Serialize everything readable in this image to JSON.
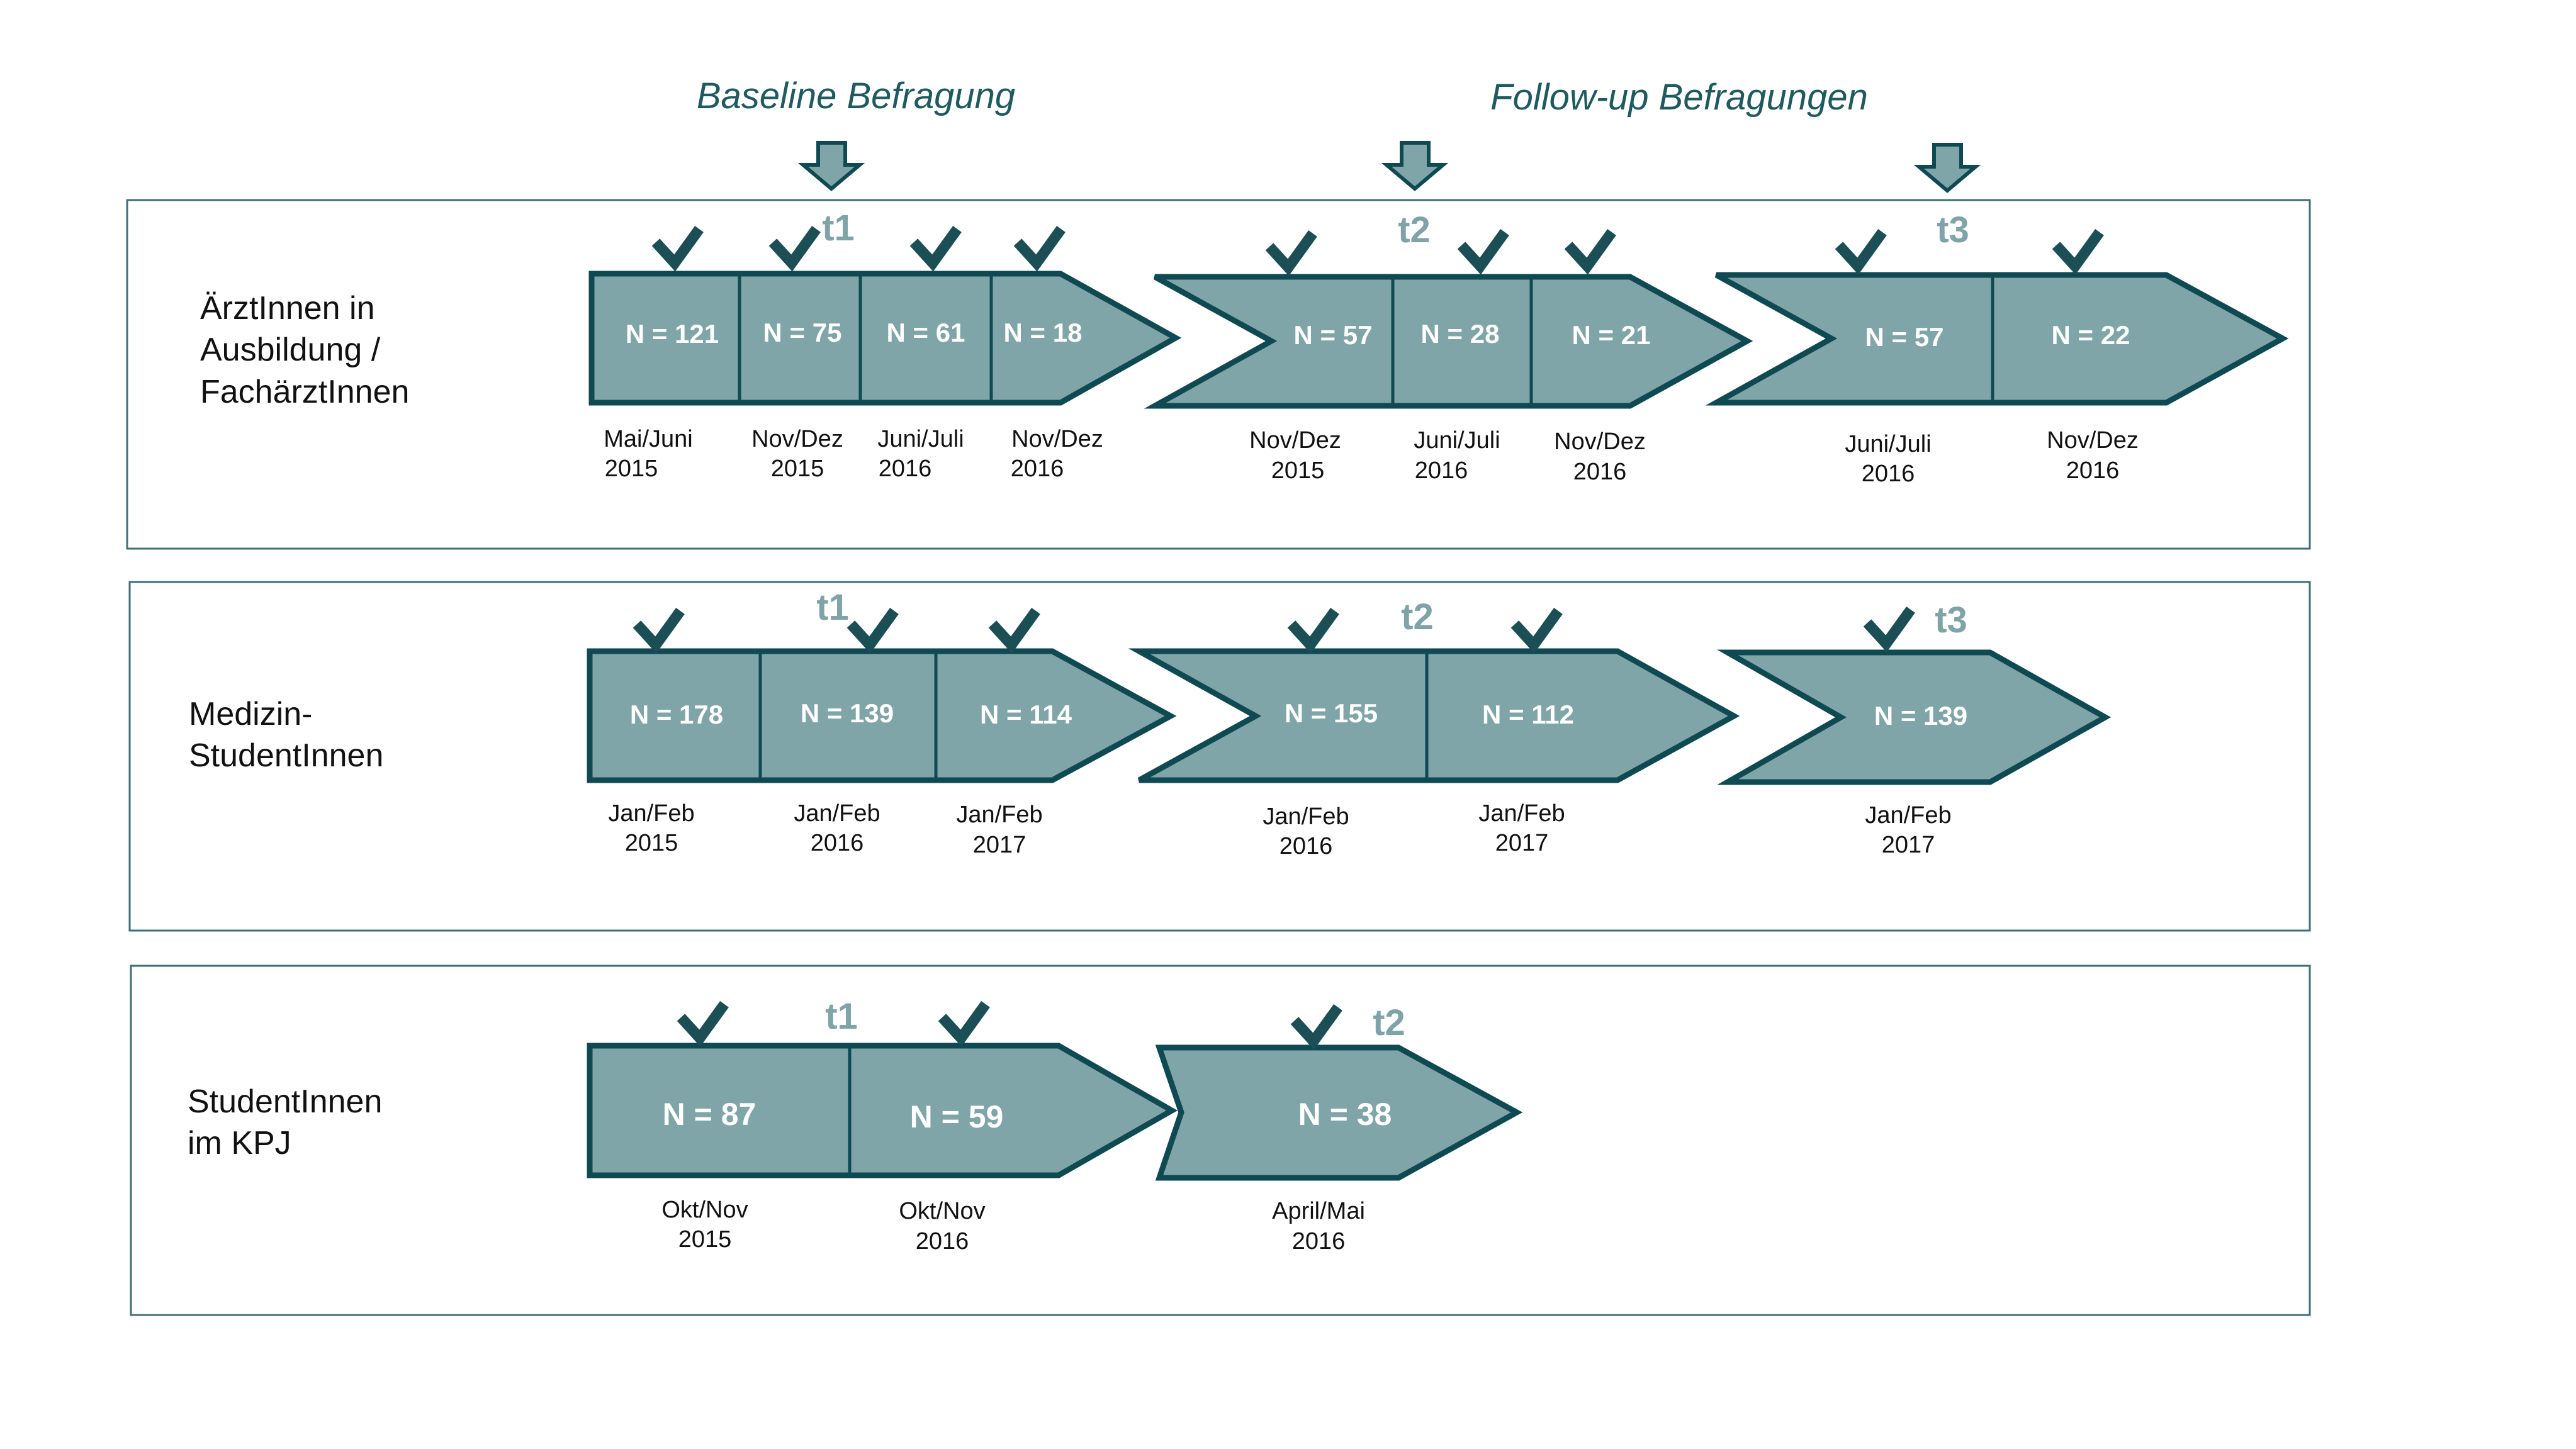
{
  "headers": {
    "baseline": "Baseline Befragung",
    "followup": "Follow-up Befragungen"
  },
  "colors": {
    "fill": "#80a5a8",
    "stroke": "#0f4a52",
    "check": "#1b4e55",
    "timepoint": "#7fa3a7",
    "header": "#1f5a5e",
    "box": "#3f6f73"
  },
  "groups": [
    {
      "label": [
        "ÄrztInnen in",
        "Ausbildung /",
        "FachärztInnen"
      ],
      "timepoints": [
        {
          "label": "t1",
          "cells": [
            {
              "n": "N = 121",
              "date": [
                "Mai/Juni",
                "2015"
              ]
            },
            {
              "n": "N = 75",
              "date": [
                "Nov/Dez",
                "2015"
              ]
            },
            {
              "n": "N = 61",
              "date": [
                "Juni/Juli",
                "2016"
              ]
            },
            {
              "n": "N = 18",
              "date": [
                "Nov/Dez",
                "2016"
              ]
            }
          ]
        },
        {
          "label": "t2",
          "cells": [
            {
              "n": "N = 57",
              "date": [
                "Nov/Dez",
                "2015"
              ]
            },
            {
              "n": "N = 28",
              "date": [
                "Juni/Juli",
                "2016"
              ]
            },
            {
              "n": "N = 21",
              "date": [
                "Nov/Dez",
                "2016"
              ]
            }
          ]
        },
        {
          "label": "t3",
          "cells": [
            {
              "n": "N = 57",
              "date": [
                "Juni/Juli",
                "2016"
              ]
            },
            {
              "n": "N = 22",
              "date": [
                "Nov/Dez",
                "2016"
              ]
            }
          ]
        }
      ]
    },
    {
      "label": [
        "Medizin-",
        "StudentInnen"
      ],
      "timepoints": [
        {
          "label": "t1",
          "cells": [
            {
              "n": "N = 178",
              "date": [
                "Jan/Feb",
                "2015"
              ]
            },
            {
              "n": "N = 139",
              "date": [
                "Jan/Feb",
                "2016"
              ]
            },
            {
              "n": "N = 114",
              "date": [
                "Jan/Feb",
                "2017"
              ]
            }
          ]
        },
        {
          "label": "t2",
          "cells": [
            {
              "n": "N = 155",
              "date": [
                "Jan/Feb",
                "2016"
              ]
            },
            {
              "n": "N = 112",
              "date": [
                "Jan/Feb",
                "2017"
              ]
            }
          ]
        },
        {
          "label": "t3",
          "cells": [
            {
              "n": "N = 139",
              "date": [
                "Jan/Feb",
                "2017"
              ]
            }
          ]
        }
      ]
    },
    {
      "label": [
        "StudentInnen",
        "im KPJ"
      ],
      "timepoints": [
        {
          "label": "t1",
          "cells": [
            {
              "n": "N = 87",
              "date": [
                "Okt/Nov",
                "2015"
              ]
            },
            {
              "n": "N = 59",
              "date": [
                "Okt/Nov",
                "2016"
              ]
            }
          ]
        },
        {
          "label": "t2",
          "cells": [
            {
              "n": "N = 38",
              "date": [
                "April/Mai",
                "2016"
              ]
            }
          ]
        }
      ]
    }
  ]
}
